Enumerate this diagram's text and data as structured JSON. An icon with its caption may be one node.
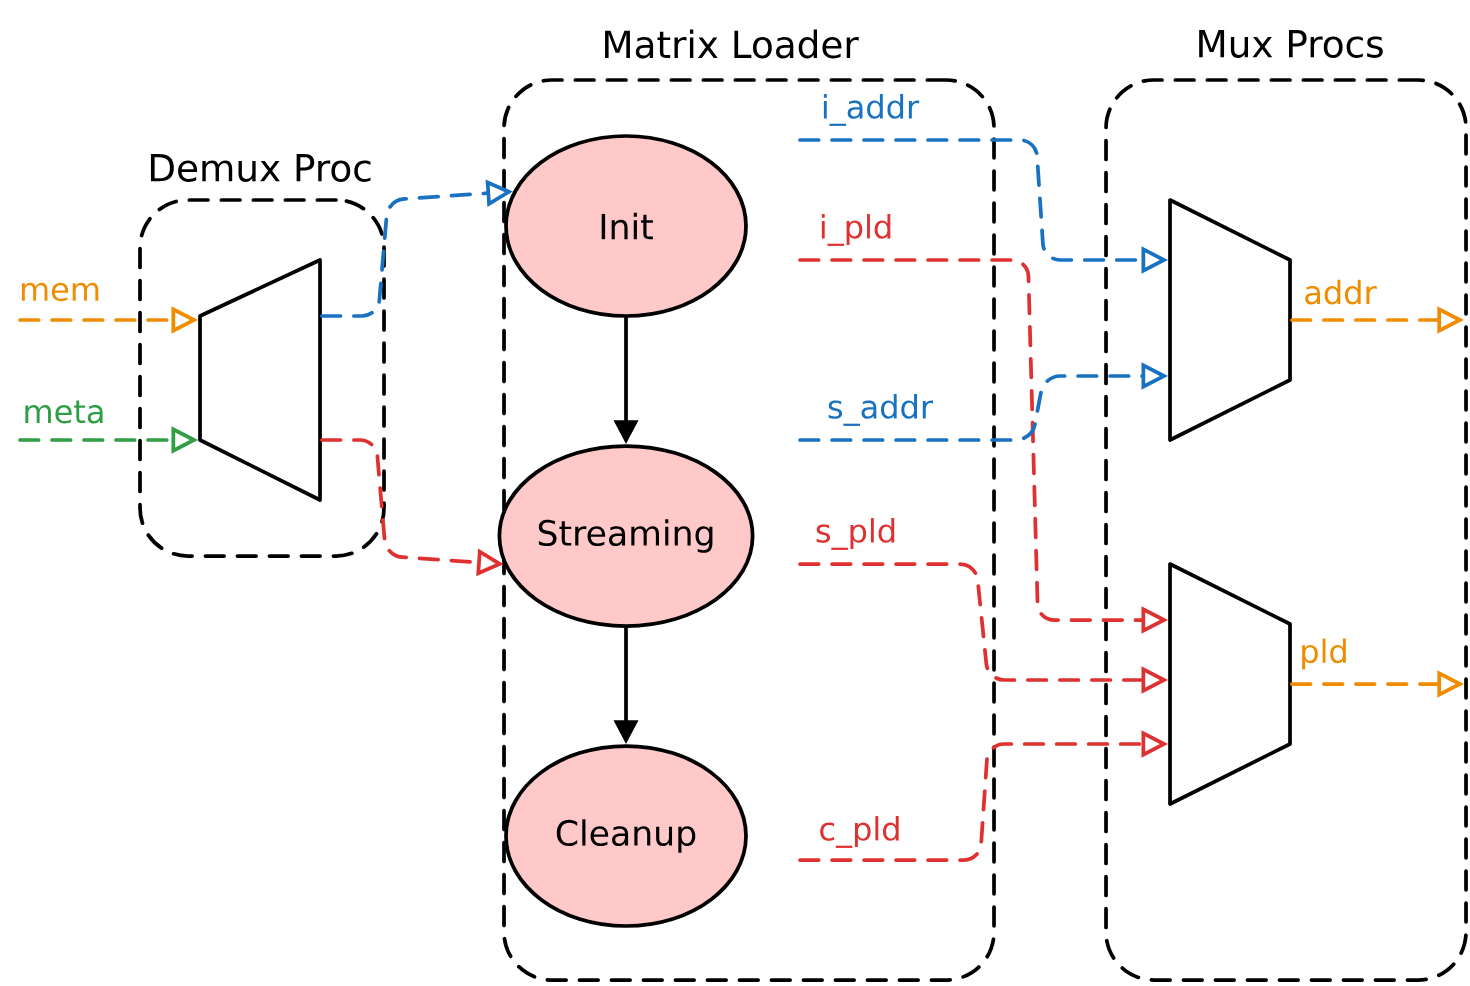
{
  "diagram": {
    "nodes": [
      {
        "text": [
          "Demux Proc"
        ]
      },
      {
        "text": [],
        "shape": "trapezoid",
        "in": 0
      },
      {
        "text": [
          "Matrix Loader"
        ]
      },
      {
        "text": [
          "Init"
        ],
        "in": 2
      },
      {
        "text": [
          "Streaming"
        ],
        "in": 2
      },
      {
        "text": [
          "Cleanup"
        ],
        "in": 2
      },
      {
        "text": [
          "Mux Procs"
        ]
      },
      {
        "text": [],
        "shape": "trapezoid",
        "in": 6
      },
      {
        "text": [],
        "shape": "trapezoid",
        "in": 6
      }
    ],
    "edges": [
      {
        "from": null,
        "to": 1,
        "arrow": "to",
        "label": "mem",
        "style": "dashed",
        "color": "#f08c00"
      },
      {
        "from": null,
        "to": 1,
        "arrow": "to",
        "label": "meta",
        "style": "dashed",
        "color": "#2f9e44"
      },
      {
        "from": 1,
        "to": 3,
        "arrow": "to",
        "style": "dashed",
        "color": "#1971c2"
      },
      {
        "from": 1,
        "to": 4,
        "arrow": "to",
        "style": "dashed",
        "color": "#e03131"
      },
      {
        "from": 3,
        "to": 4,
        "arrow": "to",
        "color": "#000000"
      },
      {
        "from": 4,
        "to": 5,
        "arrow": "to",
        "color": "#000000"
      },
      {
        "from": null,
        "to": 7,
        "arrow": "to",
        "label": "i_addr",
        "style": "dashed",
        "color": "#1971c2"
      },
      {
        "from": null,
        "to": 8,
        "arrow": "to",
        "label": "i_pld",
        "style": "dashed",
        "color": "#e03131"
      },
      {
        "from": null,
        "to": 7,
        "arrow": "to",
        "label": "s_addr",
        "style": "dashed",
        "color": "#1971c2"
      },
      {
        "from": null,
        "to": 8,
        "arrow": "to",
        "label": "s_pld",
        "style": "dashed",
        "color": "#e03131"
      },
      {
        "from": null,
        "to": 8,
        "arrow": "to",
        "label": "c_pld",
        "style": "dashed",
        "color": "#e03131"
      },
      {
        "from": 7,
        "to": null,
        "arrow": "to",
        "label": "addr",
        "style": "dashed",
        "color": "#f08c00"
      },
      {
        "from": 8,
        "to": null,
        "arrow": "to",
        "label": "pld",
        "style": "dashed",
        "color": "#f08c00"
      }
    ]
  }
}
